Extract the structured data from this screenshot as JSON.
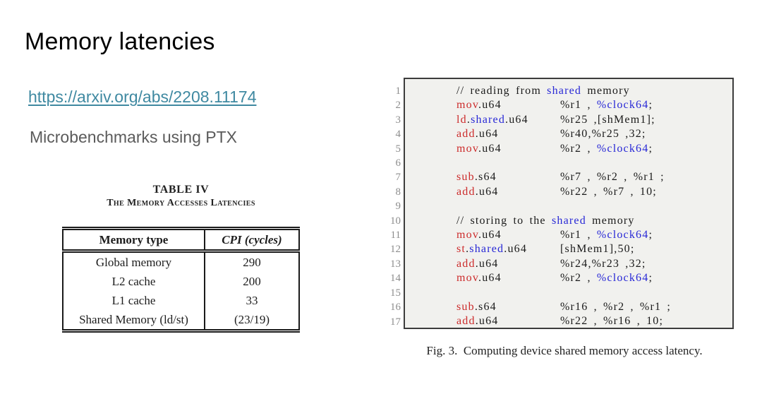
{
  "title": "Memory latencies",
  "link": {
    "text": "https://arxiv.org/abs/2208.11174"
  },
  "subtitle": "Microbenchmarks using PTX",
  "colors": {
    "link_teal": "#3f89a1",
    "subtitle_gray": "#5b5b5b",
    "code_keyword_red": "#cc2b2b",
    "code_reserved_blue": "#2727d6",
    "code_text_black": "#1a1a1a",
    "line_number_gray": "#8d8d8d",
    "code_background": "#f1f1ee"
  },
  "table": {
    "caption_line1": "TABLE IV",
    "caption_line2": "The Memory Accesses Latencies",
    "headers": [
      "Memory type",
      "CPI (cycles)"
    ],
    "rows": [
      [
        "Global memory",
        "290"
      ],
      [
        "L2 cache",
        "200"
      ],
      [
        "L1 cache",
        "33"
      ],
      [
        "Shared Memory (ld/st)",
        "(23/19)"
      ]
    ]
  },
  "figure": {
    "caption": "Fig. 3.  Computing device shared memory access latency.",
    "lines": [
      {
        "n": "1",
        "lhs": [
          [
            "k",
            "// reading from "
          ],
          [
            "b",
            "shared"
          ],
          [
            "k",
            " memory"
          ]
        ],
        "rhs": []
      },
      {
        "n": "2",
        "lhs": [
          [
            "r",
            "mov"
          ],
          [
            "k",
            ".u64"
          ]
        ],
        "rhs": [
          [
            "k",
            "%r1 , "
          ],
          [
            "b",
            "%clock64"
          ],
          [
            "k",
            ";"
          ]
        ]
      },
      {
        "n": "3",
        "lhs": [
          [
            "r",
            "ld"
          ],
          [
            "k",
            "."
          ],
          [
            "b",
            "shared"
          ],
          [
            "k",
            ".u64"
          ]
        ],
        "rhs": [
          [
            "k",
            "%r25 ,[shMem1];"
          ]
        ]
      },
      {
        "n": "4",
        "lhs": [
          [
            "r",
            "add"
          ],
          [
            "k",
            ".u64"
          ]
        ],
        "rhs": [
          [
            "k",
            "%r40,%r25 ,32;"
          ]
        ]
      },
      {
        "n": "5",
        "lhs": [
          [
            "r",
            "mov"
          ],
          [
            "k",
            ".u64"
          ]
        ],
        "rhs": [
          [
            "k",
            "%r2 , "
          ],
          [
            "b",
            "%clock64"
          ],
          [
            "k",
            ";"
          ]
        ]
      },
      {
        "n": "6",
        "lhs": [],
        "rhs": []
      },
      {
        "n": "7",
        "lhs": [
          [
            "r",
            "sub"
          ],
          [
            "k",
            ".s64"
          ]
        ],
        "rhs": [
          [
            "k",
            "%r7 , %r2 , %r1 ;"
          ]
        ]
      },
      {
        "n": "8",
        "lhs": [
          [
            "r",
            "add"
          ],
          [
            "k",
            ".u64"
          ]
        ],
        "rhs": [
          [
            "k",
            "%r22 , %r7 ,  10;"
          ]
        ]
      },
      {
        "n": "9",
        "lhs": [],
        "rhs": []
      },
      {
        "n": "10",
        "lhs": [
          [
            "k",
            "// storing to the "
          ],
          [
            "b",
            "shared"
          ],
          [
            "k",
            " memory"
          ]
        ],
        "rhs": []
      },
      {
        "n": "11",
        "lhs": [
          [
            "r",
            "mov"
          ],
          [
            "k",
            ".u64"
          ]
        ],
        "rhs": [
          [
            "k",
            "%r1 , "
          ],
          [
            "b",
            "%clock64"
          ],
          [
            "k",
            ";"
          ]
        ]
      },
      {
        "n": "12",
        "lhs": [
          [
            "r",
            "st"
          ],
          [
            "k",
            "."
          ],
          [
            "b",
            "shared"
          ],
          [
            "k",
            ".u64"
          ]
        ],
        "rhs": [
          [
            "k",
            " [shMem1],50;"
          ]
        ]
      },
      {
        "n": "13",
        "lhs": [
          [
            "r",
            "add"
          ],
          [
            "k",
            ".u64"
          ]
        ],
        "rhs": [
          [
            "k",
            "%r24,%r23 ,32;"
          ]
        ]
      },
      {
        "n": "14",
        "lhs": [
          [
            "r",
            "mov"
          ],
          [
            "k",
            ".u64"
          ]
        ],
        "rhs": [
          [
            "k",
            "%r2 , "
          ],
          [
            "b",
            "%clock64"
          ],
          [
            "k",
            ";"
          ]
        ]
      },
      {
        "n": "15",
        "lhs": [],
        "rhs": []
      },
      {
        "n": "16",
        "lhs": [
          [
            "r",
            "sub"
          ],
          [
            "k",
            ".s64"
          ]
        ],
        "rhs": [
          [
            "k",
            "%r16 , %r2 , %r1 ;"
          ]
        ]
      },
      {
        "n": "17",
        "lhs": [
          [
            "r",
            "add"
          ],
          [
            "k",
            ".u64"
          ]
        ],
        "rhs": [
          [
            "k",
            "%r22 , %r16 ,  10;"
          ]
        ]
      }
    ]
  }
}
